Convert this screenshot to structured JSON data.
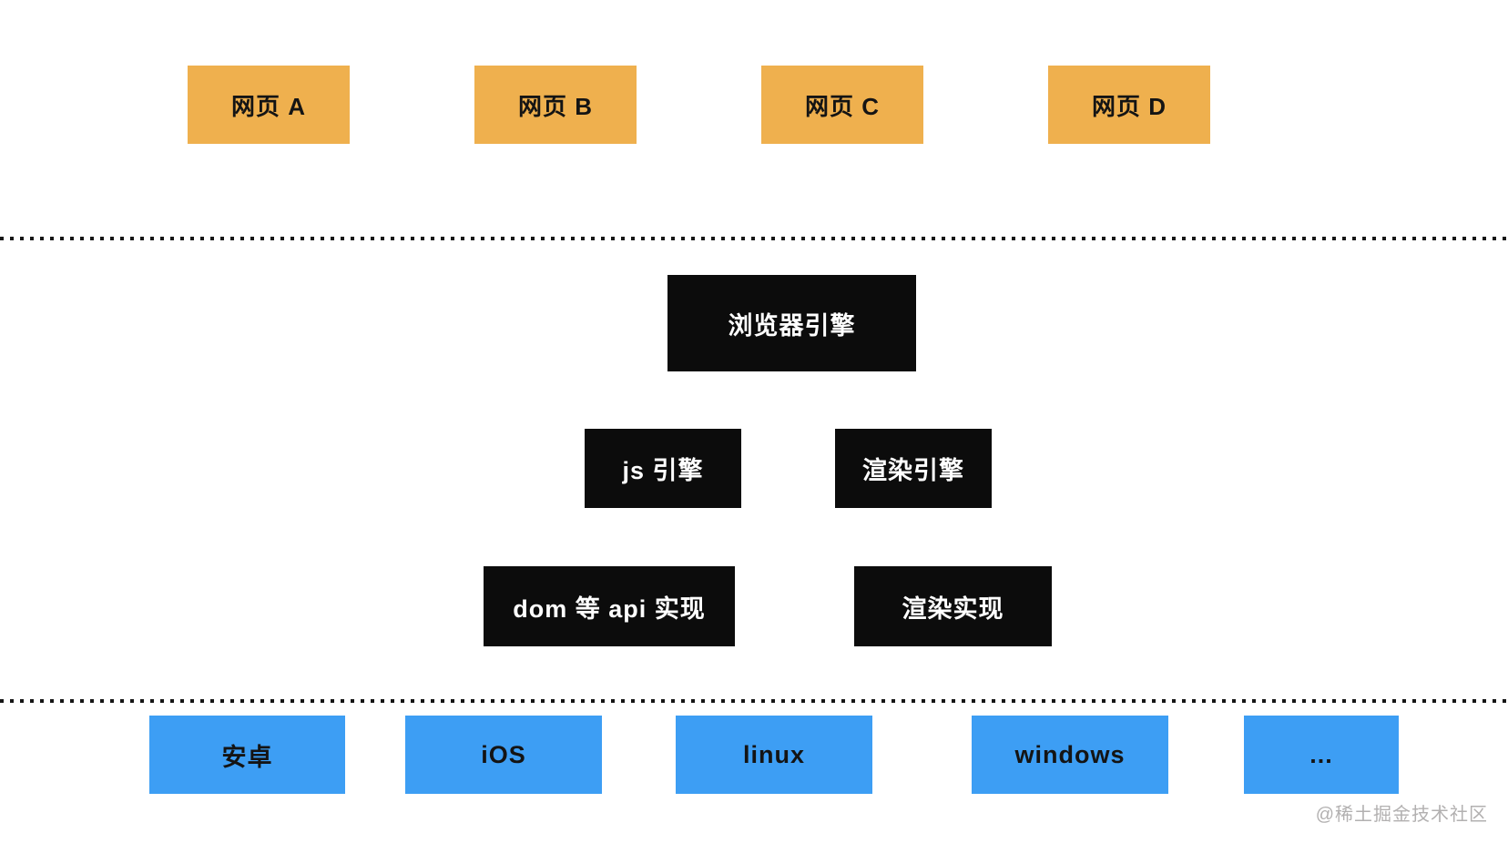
{
  "diagram_title": "browser-engine-architecture",
  "colors": {
    "background": "#ffffff",
    "webpage_fill": "#efb04e",
    "engine_fill": "#0c0c0c",
    "engine_text": "#ffffff",
    "os_fill": "#3d9ef4",
    "dark_text": "#141414",
    "divider": "#161616",
    "watermark": "#b2b0b0"
  },
  "webpage_row": {
    "items": [
      {
        "label": "网页 A"
      },
      {
        "label": "网页 B"
      },
      {
        "label": "网页 C"
      },
      {
        "label": "网页 D"
      }
    ]
  },
  "engine_layer": {
    "browser_engine": {
      "label": "浏览器引擎"
    },
    "js_engine": {
      "label": "js 引擎"
    },
    "render_engine": {
      "label": "渲染引擎"
    },
    "dom_api_impl": {
      "label": "dom 等 api 实现"
    },
    "render_impl": {
      "label": "渲染实现"
    }
  },
  "os_row": {
    "items": [
      {
        "label": "安卓"
      },
      {
        "label": "iOS"
      },
      {
        "label": "linux"
      },
      {
        "label": "windows"
      },
      {
        "label": "..."
      }
    ]
  },
  "watermark": {
    "text": "@稀土掘金技术社区"
  }
}
